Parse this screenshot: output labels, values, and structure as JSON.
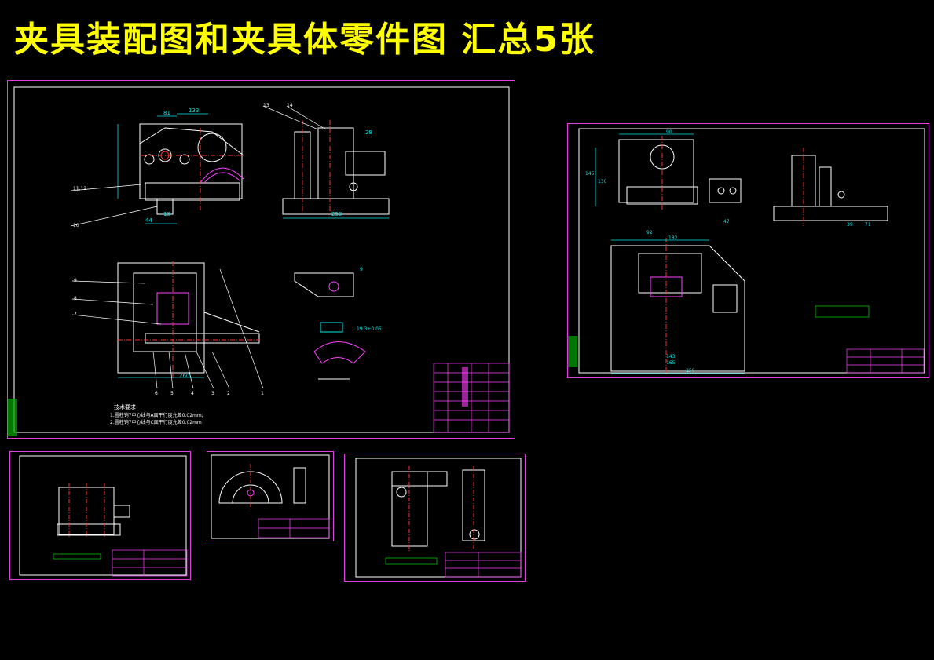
{
  "title": "夹具装配图和夹具体零件图  汇总5张",
  "colors": {
    "title": "#ffff00",
    "frame": "#e040e0",
    "line": "#ffffff",
    "dim": "#00e6e6",
    "center": "#ff3030",
    "hatch": "#ff40ff",
    "note": "#00ff00"
  },
  "sheet1": {
    "dims": {
      "d81": "81",
      "d133": "133",
      "d44": "44",
      "d18": "18",
      "d250": "250",
      "d28": "28",
      "d260": "260",
      "d9": "9",
      "d19": "19.3±0.05"
    },
    "leaders": {
      "l13": "13",
      "l14": "14",
      "l1112": "11,12",
      "l10": "10",
      "l9": "9",
      "l8": "8",
      "l7": "7",
      "l6": "6",
      "l5": "5",
      "l4": "4",
      "l3": "3",
      "l2": "2",
      "l1": "1"
    },
    "notes": {
      "heading": "技术要求",
      "line1": "1.圆柱销7中心线与A面平行度允差0.02mm;",
      "line2": "2.圆柱销7中心线与C面平行度允差0.02mm"
    }
  },
  "sheet2": {
    "dims": {
      "d90": "90",
      "d145": "145",
      "d130": "130",
      "d182": "182",
      "d250": "250",
      "d143": "143",
      "d165": "165",
      "d47": "47",
      "d39": "39",
      "d71": "71",
      "d92": "92"
    }
  }
}
